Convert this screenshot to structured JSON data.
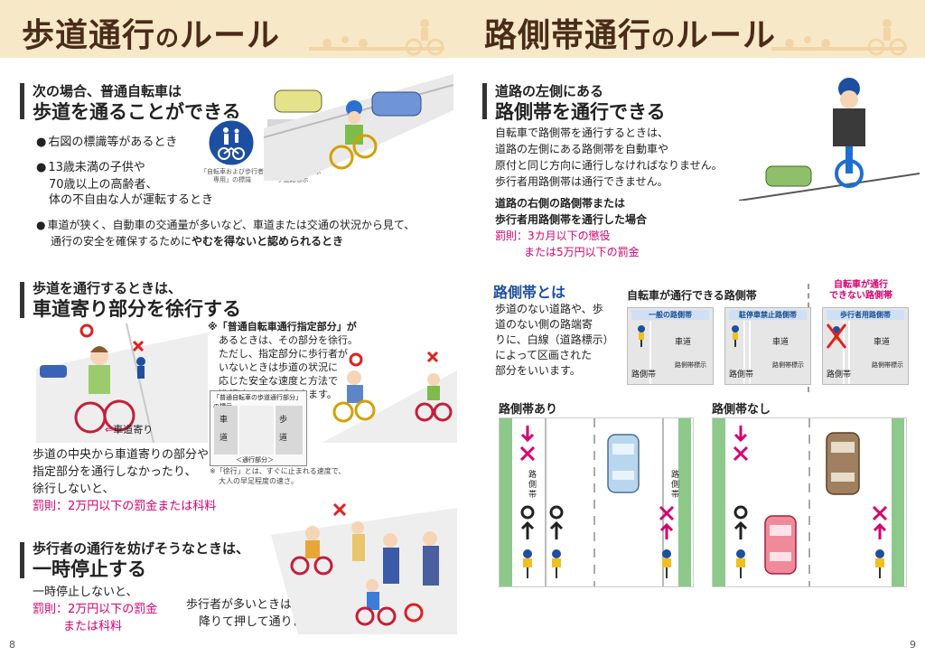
{
  "left": {
    "title_main": "歩道通行",
    "title_no": "の",
    "title_end": "ルール",
    "sec1": {
      "small": "次の場合、普通自転車は",
      "big": "歩道を通ることができる",
      "b1": "右図の標識等があるとき",
      "b2a": "13歳未満の子供や",
      "b2b": "70歳以上の高齢者、",
      "b2c": "体の不自由な人が運転するとき",
      "b3a": "車道が狭く、自動車の交通量が多いなど、車道または交通の状況から見て、",
      "b3b_pre": "通行の安全を確保するために",
      "b3b_bold": "やむを得ないと認められるとき",
      "sign1_cap": "「自転車および歩行者専用」の標識",
      "sign2_cap": "「歩道通行可」を示す道路標示"
    },
    "sec2": {
      "small": "歩道を通行するときは、",
      "big": "車道寄り部分を徐行する",
      "note_head": "※「普通自転車通行指定部分」が",
      "note_l2": "あるときは、その部分を徐行。",
      "note_l3": "ただし、指定部分に歩行者が",
      "note_l4": "いないときは歩道の状況に",
      "note_l5": "応じた安全な速度と方法で",
      "note_l6": "進行することができます。",
      "box_title": "「普通自転車の歩道通行部分」の標示",
      "box_road1": "車",
      "box_road2": "道",
      "box_walk1": "歩",
      "box_walk2": "道",
      "box_caption": "＜通行部分＞",
      "label_shado": "車道寄り",
      "slow_note1": "※「徐行」とは、すぐに止まれる速度で、",
      "slow_note2": "大人の早足程度の速さ。",
      "t1": "歩道の中央から車道寄りの部分や",
      "t2": "指定部分を通行しなかったり、",
      "t3": "徐行しないと、",
      "penalty": "罰則：2万円以下の罰金または科料"
    },
    "sec3": {
      "small": "歩行者の通行を妨げそうなときは、",
      "big": "一時停止する",
      "t1": "一時停止しないと、",
      "penalty1": "罰則：2万円以下の罰金",
      "penalty2": "または科料",
      "many1": "歩行者が多いときは、",
      "many2": "降りて押して通りましょう。"
    },
    "page_no": "8"
  },
  "right": {
    "title_main": "路側帯通行",
    "title_no": "の",
    "title_end": "ルール",
    "sec1": {
      "small": "道路の左側にある",
      "big": "路側帯を通行できる",
      "t1": "自転車で路側帯を通行するときは、",
      "t2": "道路の左側にある路側帯を自動車や",
      "t3": "原付と同じ方向に通行しなければなりません。",
      "t4": "歩行者用路側帯は通行できません。",
      "w1": "道路の右側の路側帯または",
      "w2": "歩行者用路側帯を通行した場合",
      "penalty1": "罰則：3カ月以下の懲役",
      "penalty2": "または5万円以下の罰金"
    },
    "def": {
      "title": "路側帯とは",
      "t1": "歩道のない道路や、歩",
      "t2": "道のない側の路端寄",
      "t3": "りに、白線（道路標示）",
      "t4": "によって区画された",
      "t5": "部分をいいます。"
    },
    "can_title": "自転車が通行できる路側帯",
    "cannot_title1": "自転車が通行",
    "cannot_title2": "できない路側帯",
    "cells": [
      {
        "title": "一般の路側帯",
        "road": "車道",
        "side": "路側帯",
        "mark": "路側帯標示"
      },
      {
        "title": "駐停車禁止路側帯",
        "road": "車道",
        "side": "路側帯",
        "mark": "路側帯標示"
      },
      {
        "title": "歩行者用路側帯",
        "road": "車道",
        "side": "路側帯",
        "mark": "路側帯標示"
      }
    ],
    "with_label": "路側帯あり",
    "without_label": "路側帯なし",
    "vertical_label": "路側帯",
    "page_no": "9"
  },
  "colors": {
    "banner": "#f7e8c7",
    "title": "#4a2b18",
    "penalty": "#d6006e",
    "sign_blue": "#1d4fa0",
    "green": "#8cc98a"
  }
}
